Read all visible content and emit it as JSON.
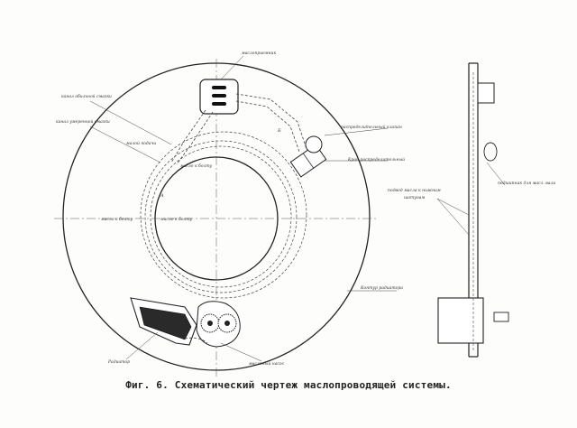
{
  "caption": "Фиг. 6. Схематический чертеж маслопроводящей системы.",
  "labels": {
    "top_center": "маслоприемник",
    "upper_left_1": "канал обильной смазки",
    "upper_left_2": "канал умеренной смазки",
    "upper_left_3": "малой подачи",
    "mid_inner_1": "масло к болту",
    "mid_inner_2": "масло к болту",
    "left_side": "масло к болту",
    "right_valve": "распределительный клапан",
    "right_tap": "Кран распределительный",
    "right_side_1": "подвод масла к нижним",
    "right_side_2": "шатунам",
    "far_right": "подшипник для масл. вала",
    "bottom_right_rim": "Контур радиатора",
    "bottom_left": "Радиатор",
    "bottom_center": "масляный насос"
  },
  "marks": {
    "a": "A",
    "b": "Б"
  }
}
